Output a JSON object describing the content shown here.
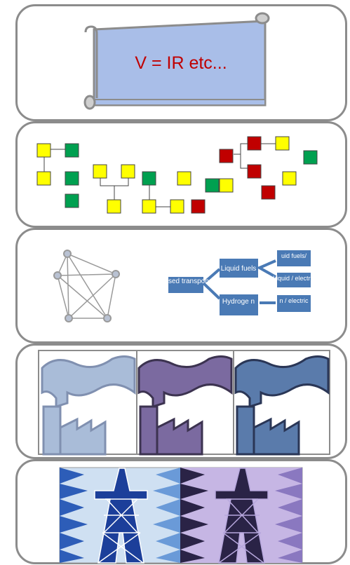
{
  "scroll": {
    "formula": "V = IR etc..."
  },
  "colors": {
    "panel_border": "#8c8c8c",
    "formula_text": "#c00000",
    "scroll_fill": "#a9bee8",
    "yellow": "#ffff00",
    "green": "#00a050",
    "red": "#c00000",
    "tree_box": "#4a7ab5",
    "factory_light": "#a9bcd8",
    "factory_purple": "#7b6aa0",
    "factory_blue": "#5a7bab",
    "tower_blue": "#1c3f9a",
    "tower_dark": "#2a2346"
  },
  "tree": {
    "root": "nised transpon",
    "liquid": "Liquid fuels",
    "hydrogen": "Hydroge n",
    "leaf1": "uid fuels/",
    "leaf2": "Liquid / electric",
    "leaf3": "n / electric"
  },
  "icons": [
    "scroll-icon",
    "flowchart-icon",
    "network-icon",
    "factory-icon",
    "power-tower-icon"
  ]
}
